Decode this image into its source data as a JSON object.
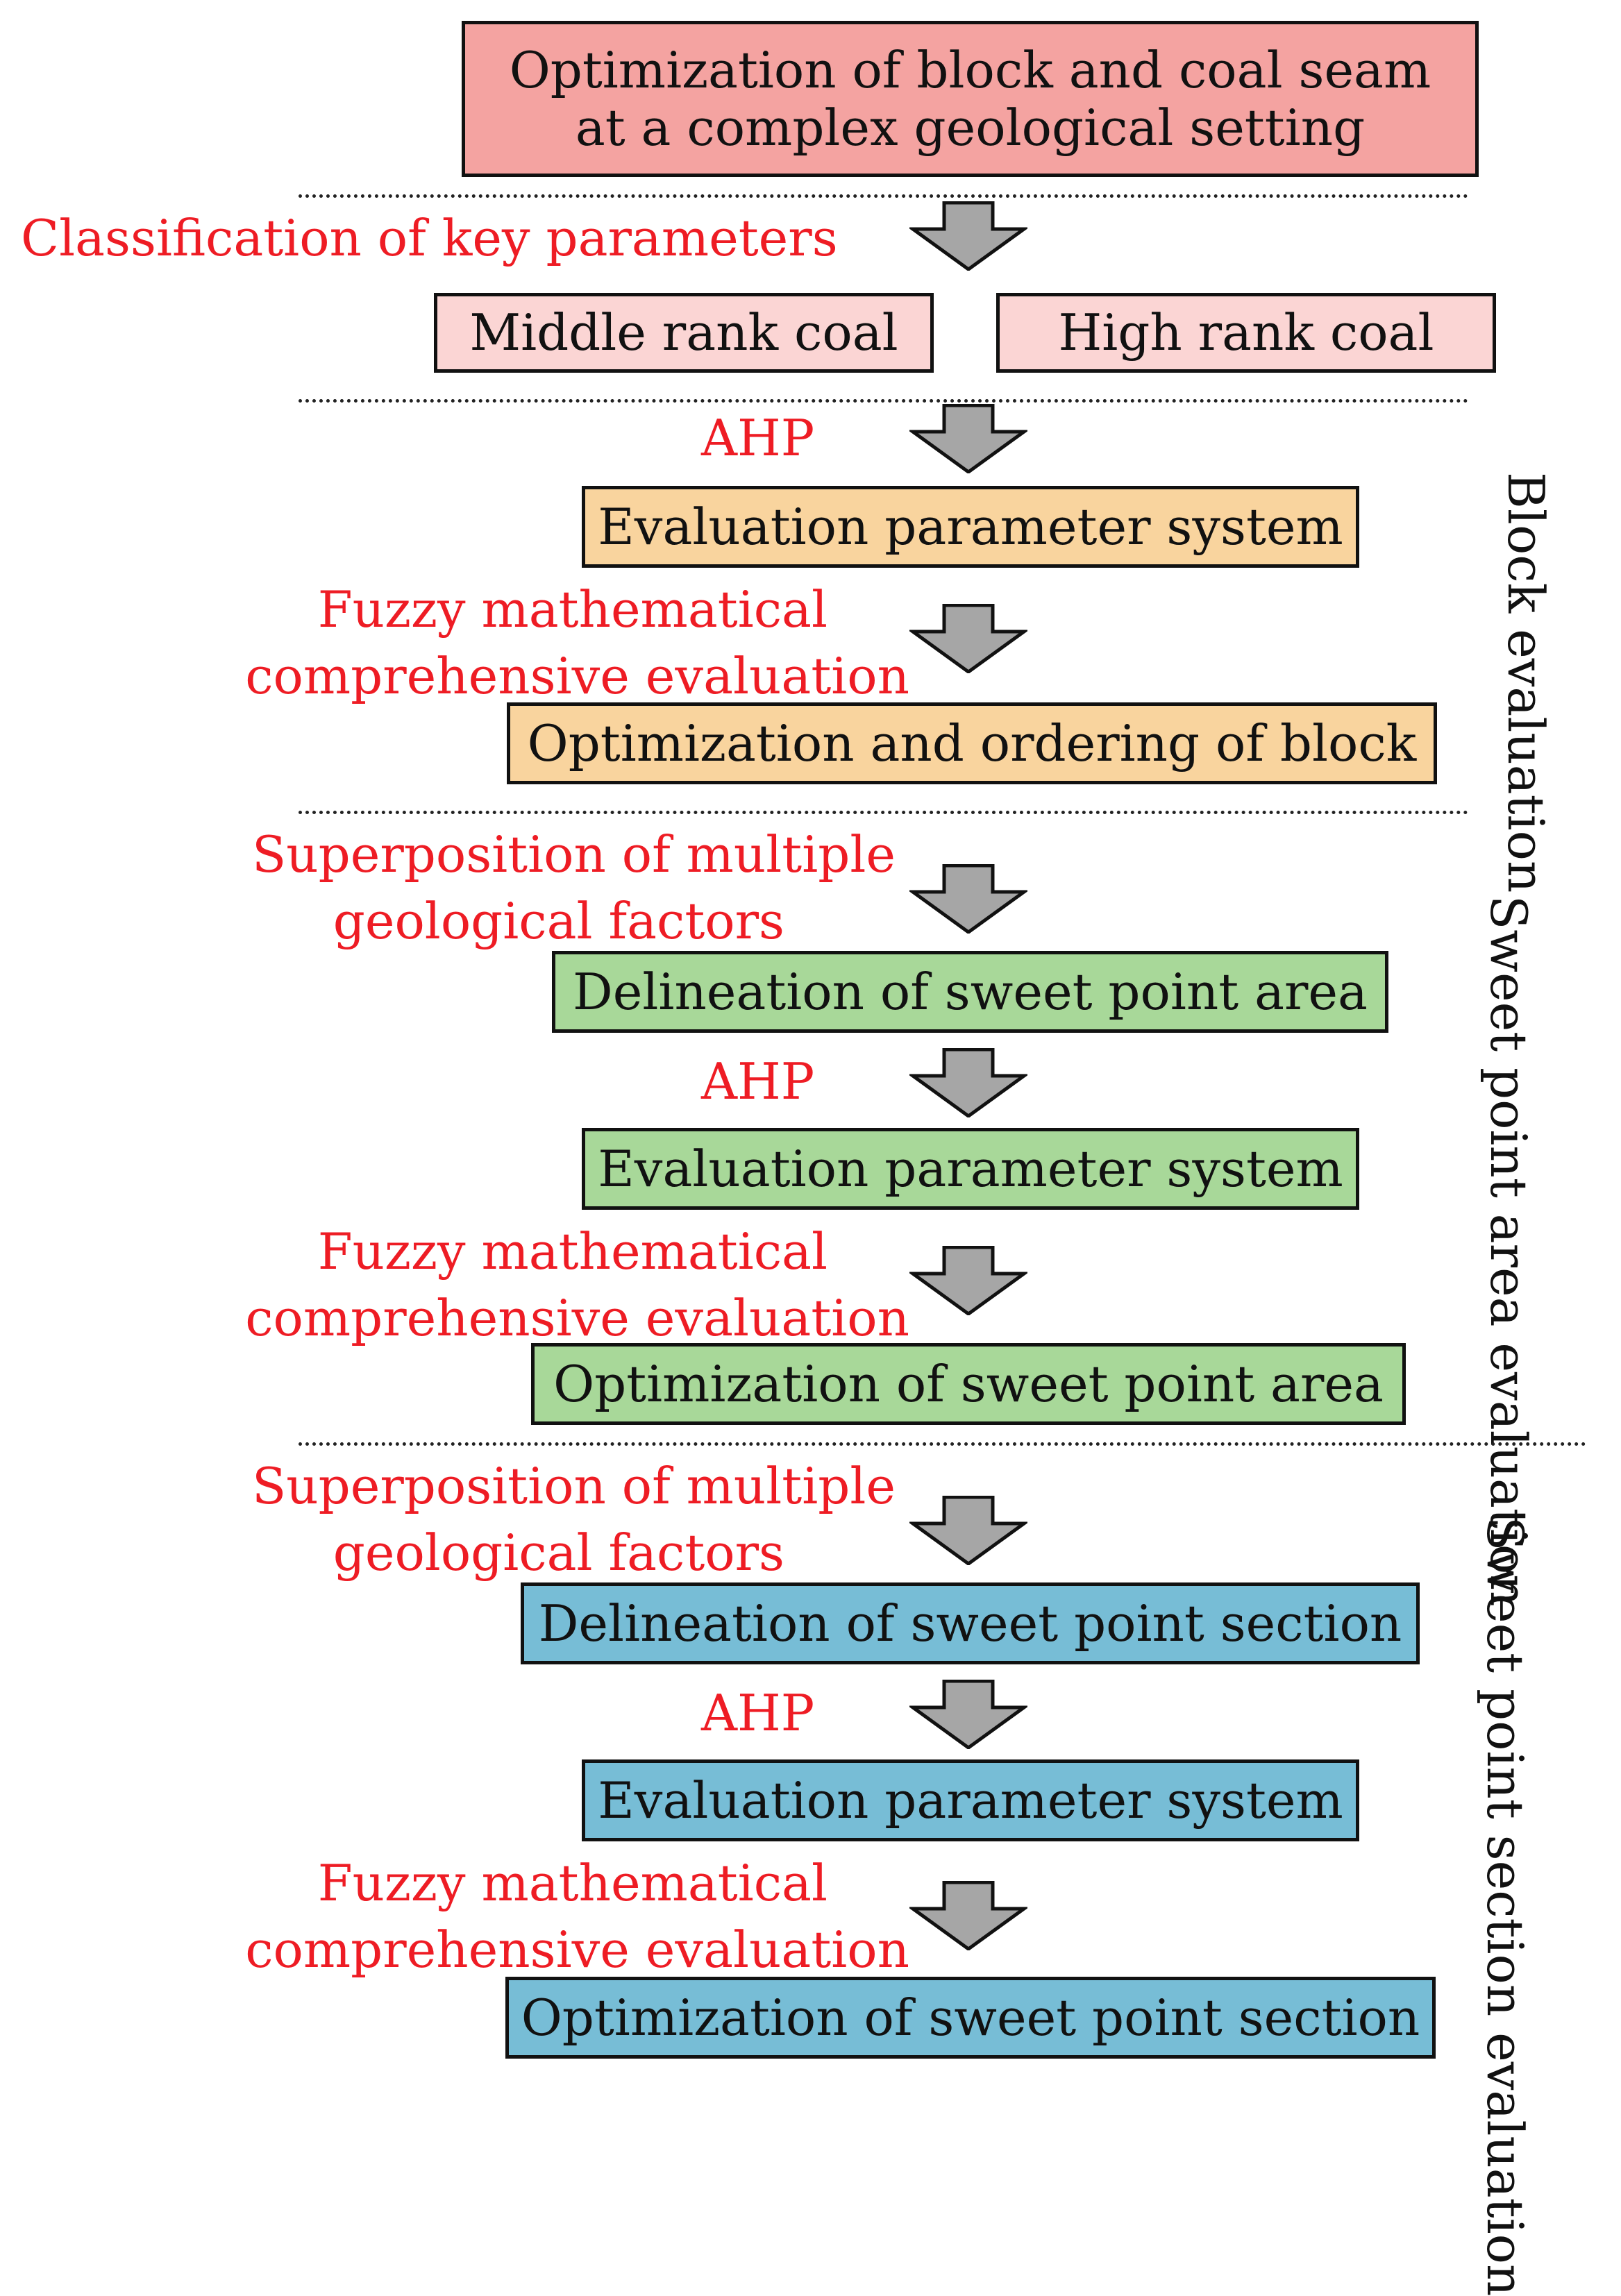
{
  "colors": {
    "title_fill": "#f4a3a1",
    "rank_fill": "#fbd5d4",
    "block_fill": "#f9d49e",
    "sweet_area_fill": "#a8d899",
    "sweet_section_fill": "#77bdd6",
    "method_text": "#ee1c24",
    "arrow_fill": "#a6a6a6"
  },
  "title": {
    "line1": "Optimization of block and coal seam",
    "line2": "at a complex geological setting"
  },
  "classification": {
    "label": "Classification of key parameters",
    "middle_rank": "Middle rank coal",
    "high_rank": "High rank coal"
  },
  "block": {
    "section_label": "Block evaluation",
    "method_ahp": "AHP",
    "parameter_system": "Evaluation parameter system",
    "method_fuzzy_line1": "Fuzzy mathematical",
    "method_fuzzy_line2": "comprehensive evaluation",
    "result": "Optimization and ordering of block"
  },
  "sweet_area": {
    "section_label_line1": "Sweet point area",
    "section_label_line2": "evaluation",
    "method_superposition_line1": "Superposition of multiple",
    "method_superposition_line2": "geological factors",
    "delineation": "Delineation of sweet point area",
    "method_ahp": "AHP",
    "parameter_system": "Evaluation parameter system",
    "method_fuzzy_line1": "Fuzzy mathematical",
    "method_fuzzy_line2": "comprehensive evaluation",
    "result": "Optimization of sweet point area"
  },
  "sweet_section": {
    "section_label_line1": "Sweet point section",
    "section_label_line2": "evaluation",
    "method_superposition_line1": "Superposition of multiple",
    "method_superposition_line2": "geological factors",
    "delineation": "Delineation of sweet point section",
    "method_ahp": "AHP",
    "parameter_system": "Evaluation parameter system",
    "method_fuzzy_line1": "Fuzzy mathematical",
    "method_fuzzy_line2": "comprehensive evaluation",
    "result": "Optimization of sweet point section"
  }
}
